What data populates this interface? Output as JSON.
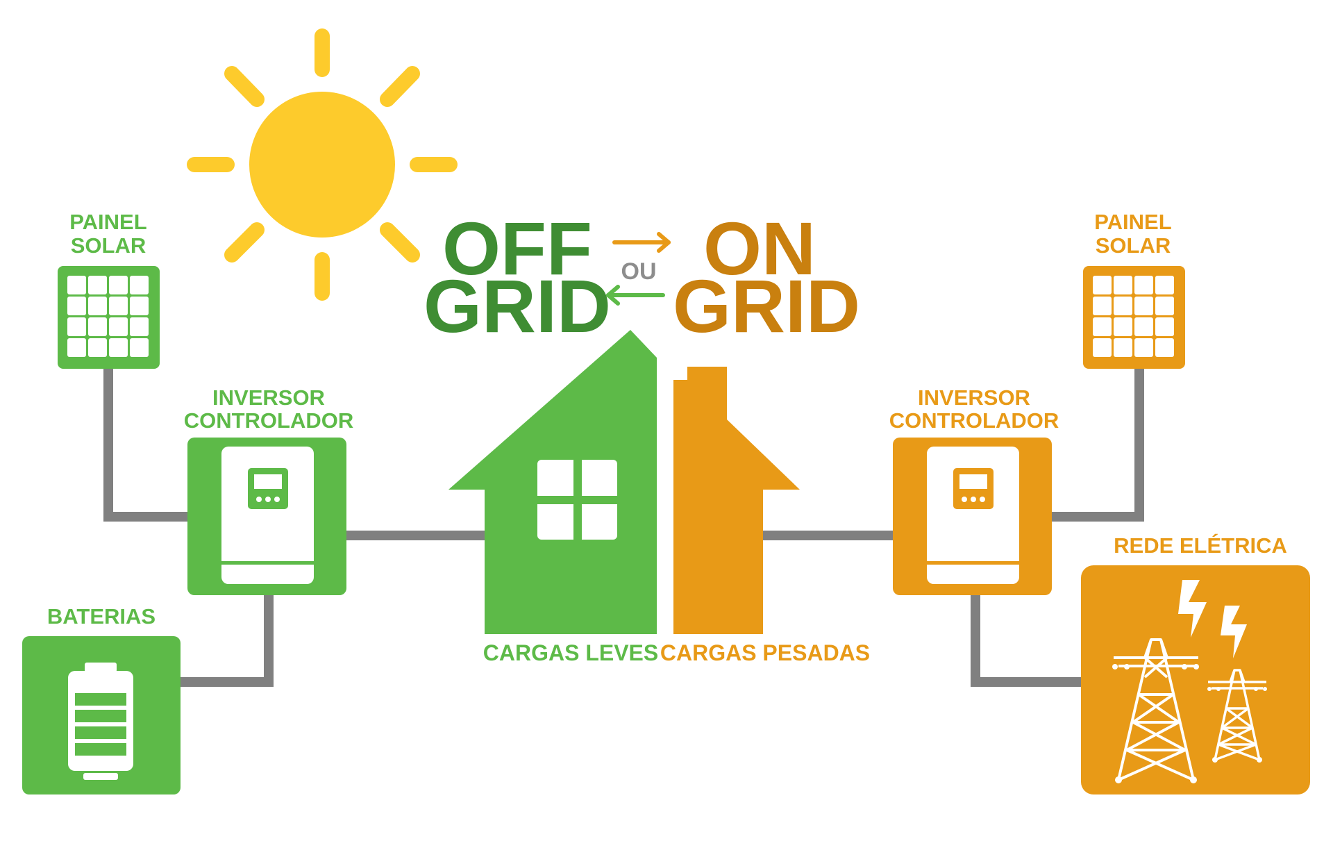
{
  "colors": {
    "green": "#5dba48",
    "green_dark": "#3f8d33",
    "orange": "#e89a17",
    "orange_dark": "#c9800f",
    "gray": "#808080",
    "sun": "#fdcb2c",
    "ou_gray": "#8d8d8d"
  },
  "title": {
    "off_line1": "OFF",
    "off_line2": "GRID",
    "on_line1": "ON",
    "on_line2": "GRID",
    "connector": "OU"
  },
  "left": {
    "panel_label_line1": "PAINEL",
    "panel_label_line2": "SOLAR",
    "inverter_label_line1": "INVERSOR",
    "inverter_label_line2": "CONTROLADOR",
    "battery_label": "BATERIAS"
  },
  "right": {
    "panel_label_line1": "PAINEL",
    "panel_label_line2": "SOLAR",
    "inverter_label_line1": "INVERSOR",
    "inverter_label_line2": "CONTROLADOR",
    "grid_label": "REDE ELÉTRICA"
  },
  "house": {
    "left_caption": "CARGAS LEVES",
    "right_caption": "CARGAS PESADAS"
  },
  "icons": [
    "sun-icon",
    "solar-panel-icon",
    "inverter-icon",
    "battery-icon",
    "house-icon",
    "lightning-icon",
    "transmission-tower-icon",
    "arrow-right-icon",
    "arrow-left-icon"
  ]
}
